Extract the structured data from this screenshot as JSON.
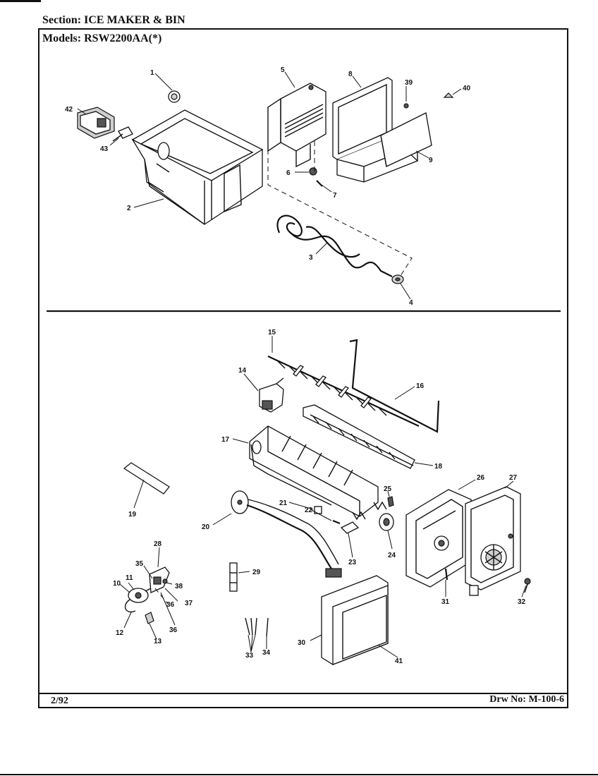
{
  "header": {
    "section": "Section:  ICE MAKER & BIN",
    "models": "Models:  RSW2200AA(*)"
  },
  "footer": {
    "date": "2/92",
    "drawing_number": "Drw No: M-100-6"
  },
  "callouts": {
    "c1": "1",
    "c2": "2",
    "c3": "3",
    "c4": "4",
    "c5": "5",
    "c6": "6",
    "c7": "7",
    "c8": "8",
    "c9": "9",
    "c10": "10",
    "c11": "11",
    "c12": "12",
    "c13": "13",
    "c14": "14",
    "c15": "15",
    "c16": "16",
    "c17": "17",
    "c18": "18",
    "c19": "19",
    "c20": "20",
    "c21": "21",
    "c22": "22",
    "c23": "23",
    "c24": "24",
    "c25": "25",
    "c26": "26",
    "c27": "27",
    "c28": "28",
    "c29": "29",
    "c30": "30",
    "c31": "31",
    "c32": "32",
    "c33": "33",
    "c34": "34",
    "c35": "35",
    "c36a": "36",
    "c36b": "36",
    "c37": "37",
    "c38": "38",
    "c39": "39",
    "c40": "40",
    "c41": "41",
    "c42": "42",
    "c43": "43"
  }
}
